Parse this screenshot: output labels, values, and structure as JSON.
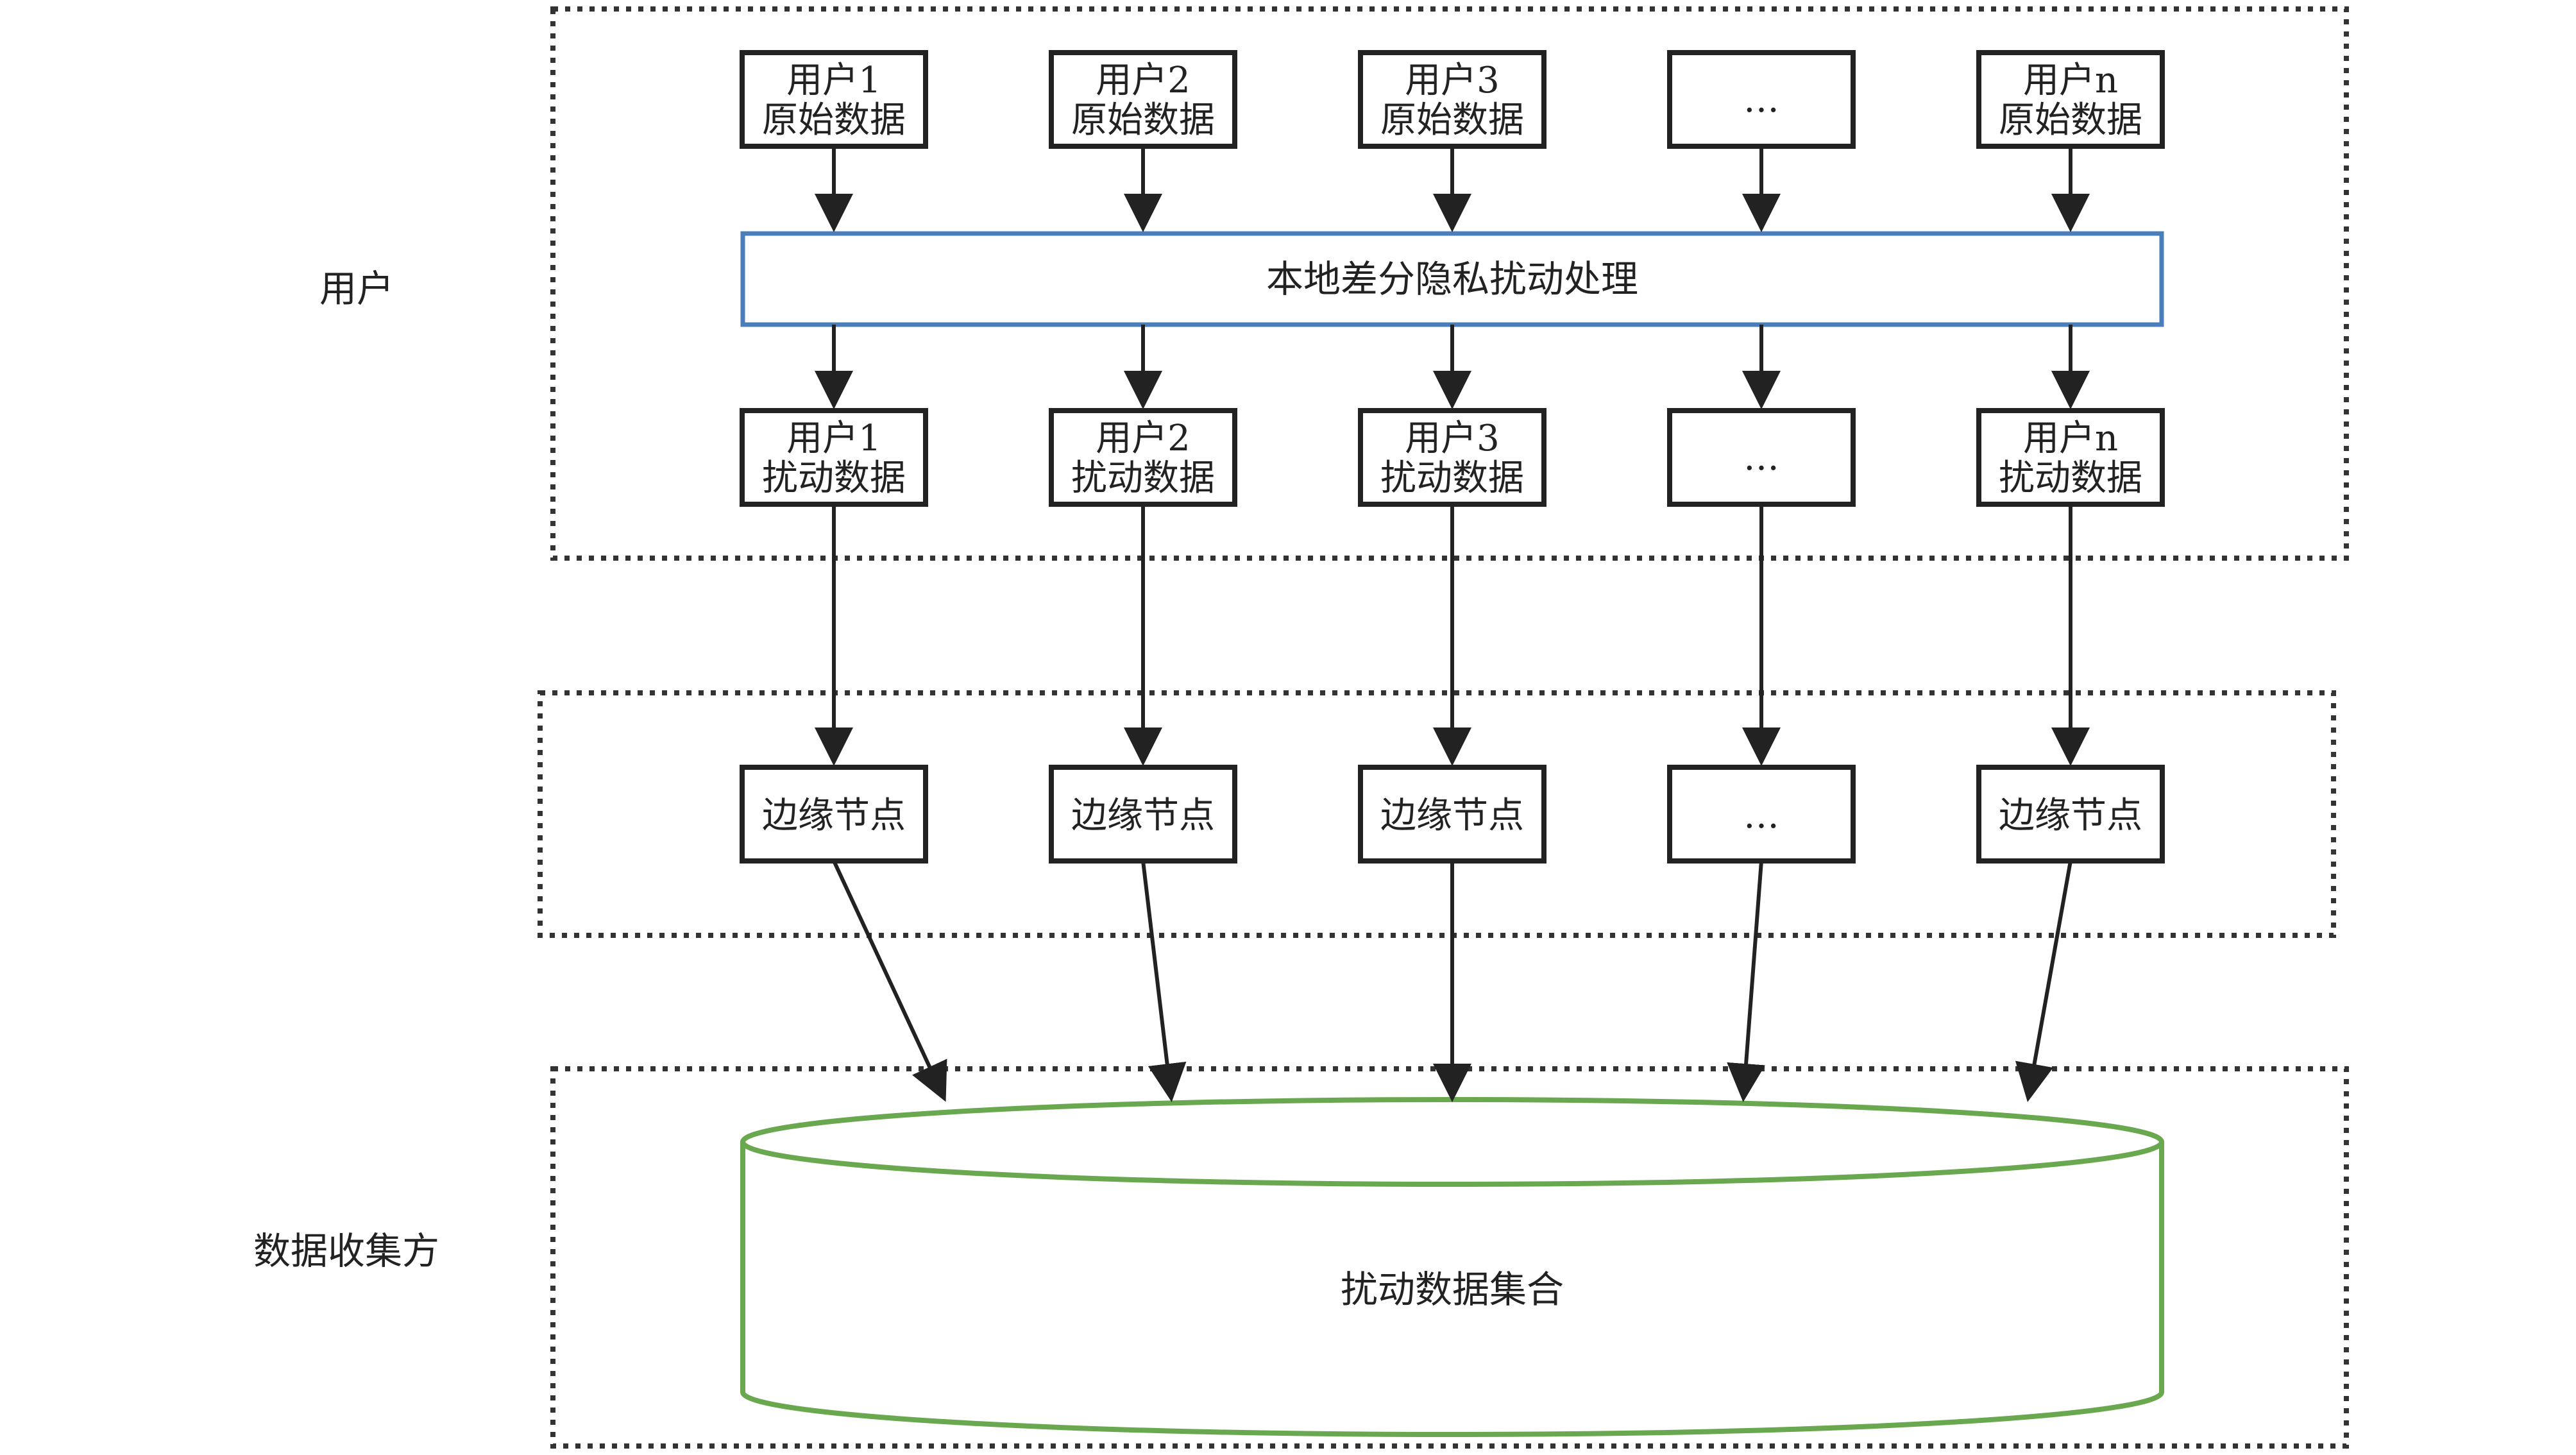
{
  "regions": {
    "user_label": "用户",
    "collector_label": "数据收集方"
  },
  "raw_data_boxes": [
    {
      "line1": "用户1",
      "line2": "原始数据"
    },
    {
      "line1": "用户2",
      "line2": "原始数据"
    },
    {
      "line1": "用户3",
      "line2": "原始数据"
    },
    {
      "line1": "…",
      "line2": ""
    },
    {
      "line1": "用户n",
      "line2": "原始数据"
    }
  ],
  "ldp_process": {
    "label": "本地差分隐私扰动处理"
  },
  "perturbed_data_boxes": [
    {
      "line1": "用户1",
      "line2": "扰动数据"
    },
    {
      "line1": "用户2",
      "line2": "扰动数据"
    },
    {
      "line1": "用户3",
      "line2": "扰动数据"
    },
    {
      "line1": "…",
      "line2": ""
    },
    {
      "line1": "用户n",
      "line2": "扰动数据"
    }
  ],
  "edge_nodes": [
    {
      "label": "边缘节点"
    },
    {
      "label": "边缘节点"
    },
    {
      "label": "边缘节点"
    },
    {
      "label": "…"
    },
    {
      "label": "边缘节点"
    }
  ],
  "dataset": {
    "label": "扰动数据集合"
  },
  "colors": {
    "box_stroke": "#222222",
    "process_stroke": "#4a7ebb",
    "dataset_stroke": "#6aa84f",
    "region_stroke": "#333333"
  }
}
